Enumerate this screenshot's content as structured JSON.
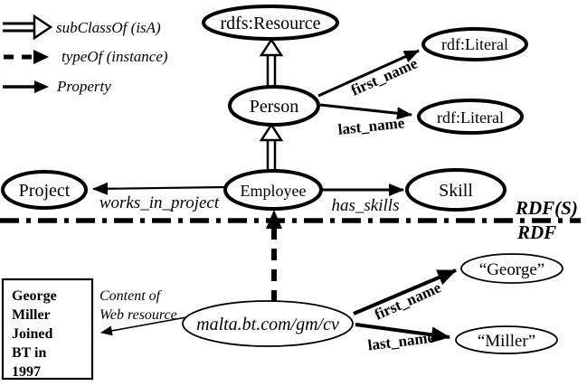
{
  "colors": {
    "ink": "#000000",
    "background": "#ffffff"
  },
  "legend": {
    "subclassof": "subClassOf (isA)",
    "typeof": "typeOf (instance)",
    "property": "Property"
  },
  "layers": {
    "schema": "RDF(S)",
    "data": "RDF"
  },
  "schema_nodes": {
    "resource": "rdfs:Resource",
    "person": "Person",
    "employee": "Employee",
    "project": "Project",
    "skill": "Skill",
    "literal_first": "rdf:Literal",
    "literal_last": "rdf:Literal"
  },
  "schema_edges": {
    "first_name": "first_name",
    "last_name": "last_name",
    "works_in_project": "works_in_project",
    "has_skills": "has_skills"
  },
  "instance_nodes": {
    "web_resource": "malta.bt.com/gm/cv",
    "george": "“George”",
    "miller": "“Miller”"
  },
  "instance_edges": {
    "first_name": "first_name",
    "last_name": "last_name"
  },
  "web_content": {
    "annotation_line1": "Content of",
    "annotation_line2": "Web resource",
    "box_lines": [
      "George",
      "Miller",
      "Joined",
      "BT in",
      "1997"
    ]
  }
}
